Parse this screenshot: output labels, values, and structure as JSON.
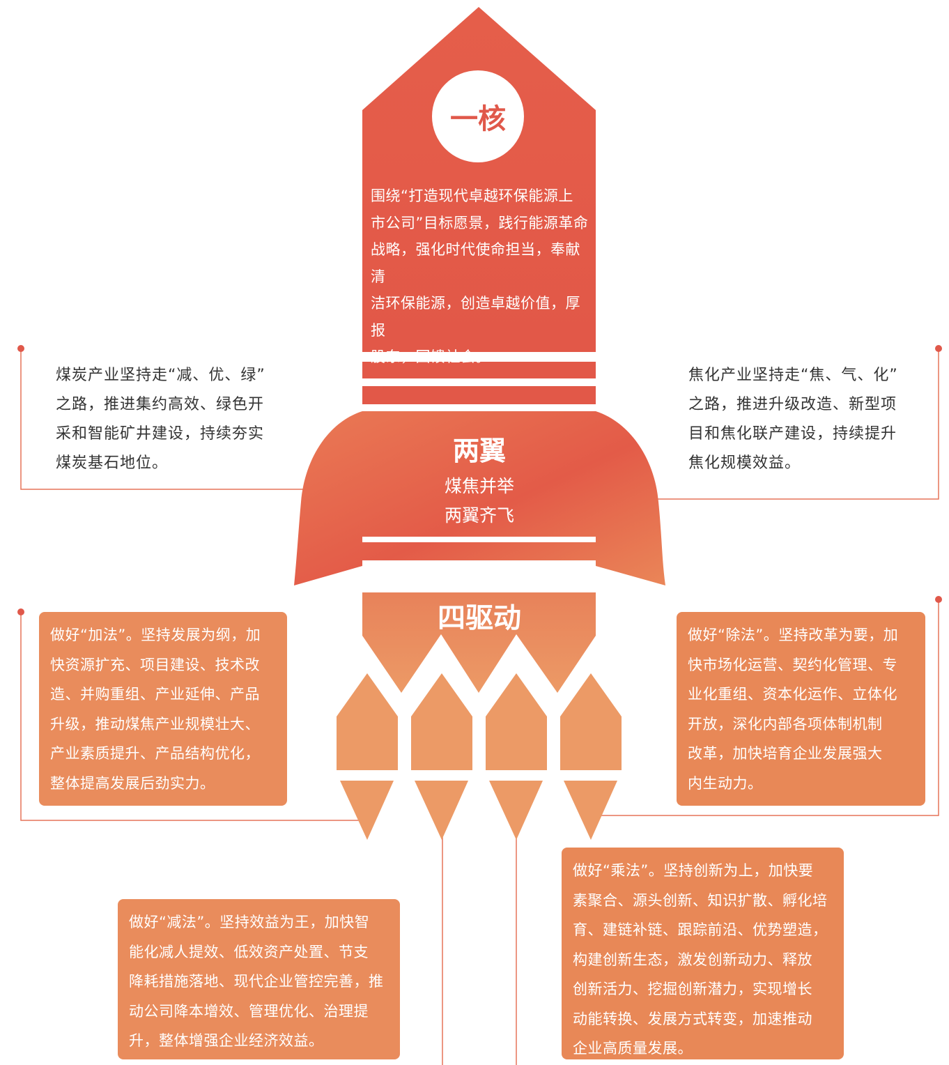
{
  "colors": {
    "accent": "#e0584a",
    "orange": "#e88a5a",
    "line": "#e57358",
    "text": "#333333"
  },
  "core": {
    "title": "一核",
    "text": "围绕“打造现代卓越环保能源上\n市公司”目标愿景，践行能源革命\n战略，强化时代使命担当，奉献清\n洁环保能源，创造卓越价值，厚报\n股东，回馈社会。"
  },
  "wings": {
    "title": "两翼",
    "subtitle_1": "煤焦并举",
    "subtitle_2": "两翼齐飞",
    "coal": "煤炭产业坚持走“减、优、绿”\n之路，推进集约高效、绿色开\n采和智能矿井建设，持续夯实\n煤炭基石地位。",
    "coking": "焦化产业坚持走“焦、气、化”\n之路，推进升级改造、新型项\n目和焦化联产建设，持续提升\n焦化规模效益。"
  },
  "drivers": {
    "title": "四驱动",
    "add": "做好“加法”。坚持发展为纲，加\n快资源扩充、项目建设、技术改\n造、并购重组、产业延伸、产品\n升级，推动煤焦产业规模壮大、\n产业素质提升、产品结构优化，\n整体提高发展后劲实力。",
    "divide": "做好“除法”。坚持改革为要，加\n快市场化运营、契约化管理、专\n业化重组、资本化运作、立体化\n开放，深化内部各项体制机制\n改革，加快培育企业发展强大\n内生动力。",
    "subtract": "做好“减法”。坚持效益为王，加快智\n能化减人提效、低效资产处置、节支\n降耗措施落地、现代企业管控完善，推\n动公司降本增效、管理优化、治理提\n升，整体增强企业经济效益。",
    "multiply": "做好“乘法”。坚持创新为上，加快要\n素聚合、源头创新、知识扩散、孵化培\n育、建链补链、跟踪前沿、优势塑造，\n构建创新生态，激发创新动力、释放\n创新活力、挖掘创新潜力，实现增长\n动能转换、发展方式转变，加速推动\n企业高质量发展。"
  }
}
